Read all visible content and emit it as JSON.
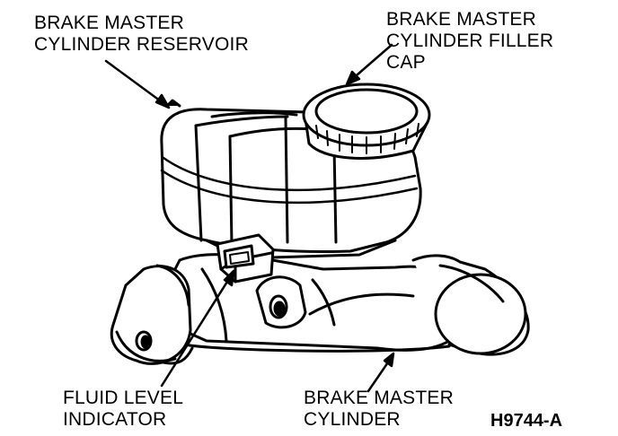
{
  "labels": {
    "reservoir": [
      "BRAKE MASTER",
      "CYLINDER RESERVOIR"
    ],
    "filler_cap": [
      "BRAKE MASTER",
      "CYLINDER FILLER",
      "CAP"
    ],
    "fluid_level": [
      "FLUID LEVEL",
      "INDICATOR"
    ],
    "master_cylinder": [
      "BRAKE MASTER",
      "CYLINDER"
    ]
  },
  "figure_id": "H9744-A",
  "colors": {
    "ink": "#000000",
    "paper": "#ffffff"
  }
}
